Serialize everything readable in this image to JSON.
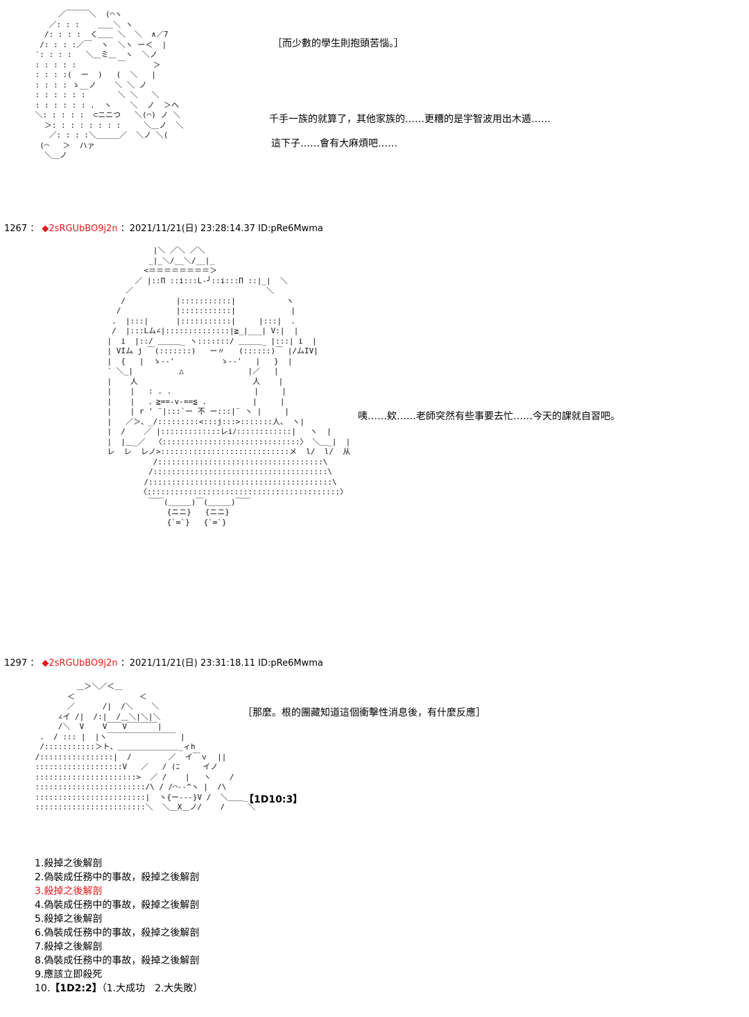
{
  "section1": {
    "art": "      ／￣￣￣＼  (⌒ヽ\n    ／: : :    ＿＿＼ ヽ\n   /: : : :  く＿＿ ＼  ＼  ∧／7\n  /: : : :／￣  ヽ  ＼ヽ ー＜  |\n ′: : : :   ＼＿ミ＿  ヽ  ＼ノ\n : : : : :         ￣      ＞\n : : : :(  ー  )   (  ＼   |\n : : : : ゝ__ノ    ＼ ＼ ノ\n : : : : : :       ＼ ＼   ＼\n : : : : : : .  ヽ    ＼  ノ  ＞ヘ\n ＼: : : : :  ⊂ニニつ   ＼(⌒) ノ ＼\n   ＞: : : : : : : :     ＼＿ノ  ＼\n    ／: : : :＼＿＿＿／  ＼ノ ＼(\n  (⌒   ＞  ハァ\n   ＼＿ノ",
    "caption": "［而少數的學生則抱頭苦惱。］",
    "line1": "千手一族的就算了，其他家族的……更糟的是宇智波用出木遁……",
    "line2": "這下子……會有大麻煩吧……"
  },
  "post1": {
    "number": "1267",
    "sep": "：",
    "trip": "◆2sRGUbBO9j2n",
    "meta": "：2021/11/21(日) 23:28:14.37 ID:pRe6Mwma",
    "art": "              |＼ ／＼ ／＼\n             _|_＼/__＼/__|_\n            <＝＝＝＝＝＝＝＝＞\n          ／ |::Π ::i:::L-┘::i:::Π ::|_|  ＼\n        ／                             ＼\n       /           |:::::::::::|           ヽ\n      /            |:::::::::::|            |\n     .  |:::|      |:::::::::::|     |:::|  .\n     /  |:::Lム∠|::::::::::::::|≧_|___| V:|  |\n    |  i  |::/ ＿＿＿_ ヽ:::::::/ ＿＿＿_ |:::| i  |\n    | VIム j ￣(:::::::)   ー〃   (::::::)￣ |/ムIV|\n    |  {   |  ゝ-‐'          ゝ-‐'   |   }  |\n    ′ ＼_|          △              |／   |\n    |    人                         人    |\n    |    |   : . .                  |     |\n    |    |   ．≧==‐v‐==≦ .          |     |\n    |    | r ' ¨|:::`ー 不 ー:::|¨ ヽ |     |\n    |   ／＞、_/:::::::::<:::j:::>:::::::人、 ヽ|\n    |  /    ／ |:::::::::::::レiﾉ::::::::::::|   ヽ  |\n    |  |＿_／  〈::::::::::::::::::::::::::::::〉 ＼＿_|  |\n    レ  レ  レノ>::::::::::::::::::::::::::::メ  l/  l/  从\n              /::::::::::::::::::::::::::::::::::::\\\n             /::::::::::::::::::::::::::::::::::::::\\\n            /::::::::::::::::::::::::::::::::::::::::\\\n           〈::::::::::::::::::::::::::::::::::::::::::〉\n             ￣￣(＿＿＿)￣(＿＿＿)￣￣\n                 {ニニ}   {ニニ}\n                 {`∞`}   {`∞`}",
    "dialogue": "咦……欸……老師突然有些事要去忙……今天的課就自習吧。"
  },
  "post2": {
    "number": "1297",
    "sep": "：",
    "trip": "◆2sRGUbBO9j2n",
    "meta": "：2021/11/21(日) 23:31:18.11 ID:pRe6Mwma",
    "art": "          ＿＞＼／＜＿\n        ＜              ＜\n        ／      /|  /＼    ＼\n      ∠イ /|  /:|  /＿＼|＼|＼\n      /＼  V    V￣￣V￣￣￣￣|\n  .  / ::: |  |ヽ￣￣￣￣￣￣￣￣￣ |\n  /:::::::::::＞ト、＿＿＿＿＿＿＿＿_ィh\n /::::::::::::::::|  /        ／  イ￣ｖ  ||\n :::::::::::::::::::V   ／   / (ﾆ     イノ\n ::::::::::::::::::::::>  ／ /    |   ヽ    /\n ::::::::::::::::::::::::/\\ / /⌒--^ヽ |  /\\\n ::::::::::::::::::::::::|  ヽ{ー‐‐-}V /  ＼＿＿_\n ::::::::::::::::::::::::＼  ＼＿X＿ノ/    /     ＼",
    "caption": "［那麼。根的團藏知道這個衝擊性消息後，有什麼反應］",
    "dice": "【1D10:3】",
    "options": [
      "1.殺掉之後解剖",
      "2.偽裝成任務中的事故，殺掉之後解剖",
      "3.殺掉之後解剖",
      "4.偽裝成任務中的事故，殺掉之後解剖",
      "5.殺掉之後解剖",
      "6.偽裝成任務中的事故，殺掉之後解剖",
      "7.殺掉之後解剖",
      "8.偽裝成任務中的事故，殺掉之後解剖",
      "9.應該立即殺死"
    ],
    "opt10_prefix": "10.",
    "opt10_dice": "【1D2:2】",
    "opt10_suffix": "（1.大成功　2.大失敗）",
    "highlight_color": "#e21b1b"
  }
}
